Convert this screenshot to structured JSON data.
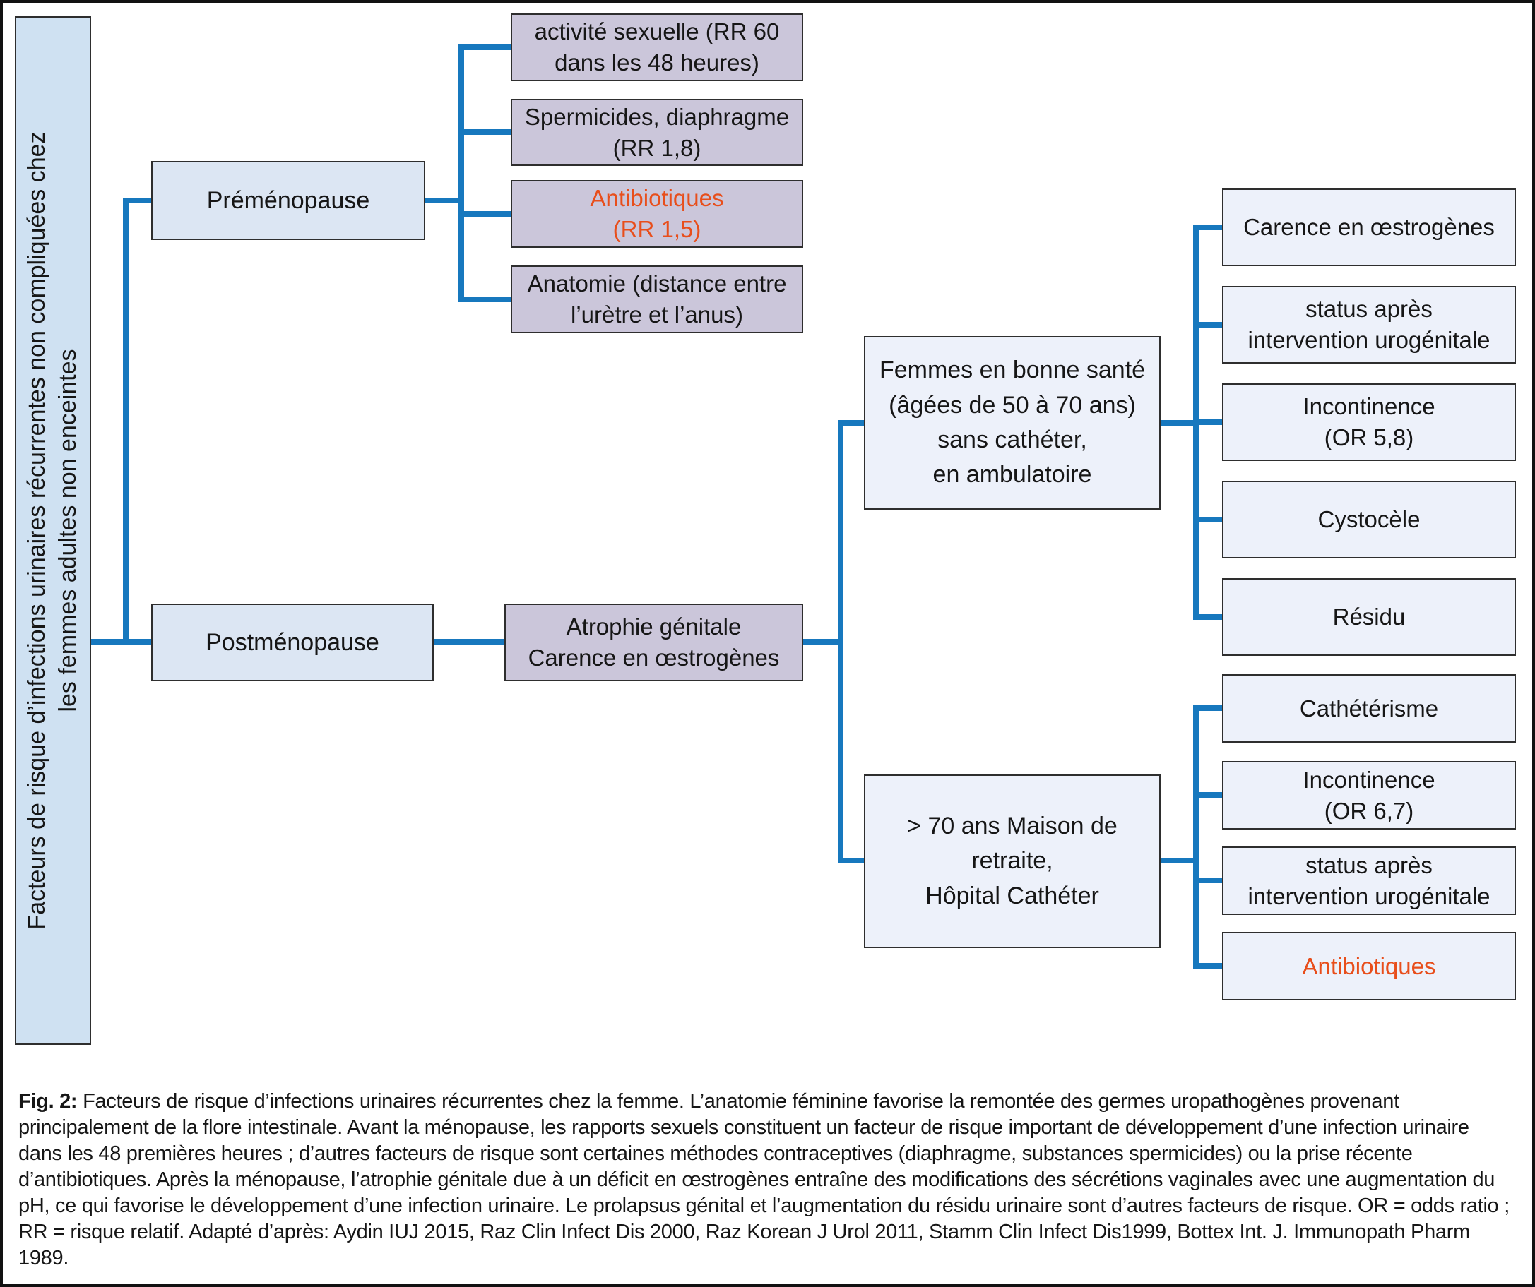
{
  "colors": {
    "line_blue": "#1778be",
    "box_blue": "#cfe1f2",
    "box_blue_light": "#dce6f3",
    "box_purple": "#cbc6da",
    "box_pale": "#edf1fa",
    "text_red": "#e84e1b",
    "border_dark": "#2e2e2e"
  },
  "diagram": {
    "root": {
      "line1": "Facteurs de risque d’infections urinaires récurrentes non compliquées chez",
      "line2": "les femmes adultes non enceintes"
    },
    "premenopause": {
      "label": "Préménopause",
      "factors": [
        {
          "lines": [
            "activité sexuelle (RR 60",
            "dans les 48 heures)"
          ]
        },
        {
          "lines": [
            "Spermicides, diaphragme",
            "(RR 1,8)"
          ]
        },
        {
          "lines": [
            "Antibiotiques",
            "(RR 1,5)"
          ],
          "highlight": "red"
        },
        {
          "lines": [
            "Anatomie (distance entre",
            "l’urètre et l’anus)"
          ]
        }
      ]
    },
    "postmenopause": {
      "label": "Postménopause",
      "consequence": {
        "lines": [
          "Atrophie génitale",
          "Carence en œstrogènes"
        ]
      },
      "groups": [
        {
          "subject": {
            "lines": [
              "Femmes en bonne santé",
              "(âgées de 50 à 70 ans)",
              "sans cathéter,",
              "en ambulatoire"
            ]
          },
          "factors": [
            {
              "lines": [
                "Carence en œstrogènes"
              ]
            },
            {
              "lines": [
                "status après",
                "intervention urogénitale"
              ]
            },
            {
              "lines": [
                "Incontinence",
                "(OR 5,8)"
              ]
            },
            {
              "lines": [
                "Cystocèle"
              ]
            },
            {
              "lines": [
                "Résidu"
              ]
            }
          ]
        },
        {
          "subject": {
            "lines": [
              "> 70 ans Maison de",
              "retraite,",
              "Hôpital Cathéter"
            ]
          },
          "factors": [
            {
              "lines": [
                "Cathétérisme"
              ]
            },
            {
              "lines": [
                "Incontinence",
                "(OR 6,7)"
              ]
            },
            {
              "lines": [
                "status après",
                "intervention urogénitale"
              ]
            },
            {
              "lines": [
                "Antibiotiques"
              ],
              "highlight": "red"
            }
          ]
        }
      ]
    }
  },
  "caption": {
    "prefix": "Fig. 2:",
    "text": "Facteurs de risque d’infections urinaires récurrentes chez la femme. L’anatomie féminine favorise la remontée des germes uropathogènes provenant principalement de la flore intestinale. Avant la ménopause, les rapports sexuels constituent un facteur de risque important de développement d’une infection urinaire dans les 48 premières heures ; d’autres facteurs de risque sont certaines méthodes contraceptives (diaphragme, substances spermicides) ou la prise récente d’antibiotiques. Après la ménopause, l’atrophie génitale due à un déficit en œstrogènes entraîne des modifications des sécrétions vaginales avec une augmentation du pH, ce qui favorise le développement d’une infection urinaire. Le prolapsus génital et l’augmentation du résidu urinaire sont d’autres facteurs de risque. OR = odds ratio ; RR = risque relatif. Adapté d’après: Aydin IUJ 2015, Raz Clin Infect Dis 2000, Raz Korean J Urol 2011, Stamm Clin Infect Dis1999, Bottex Int. J. Immunopath Pharm 1989."
  }
}
